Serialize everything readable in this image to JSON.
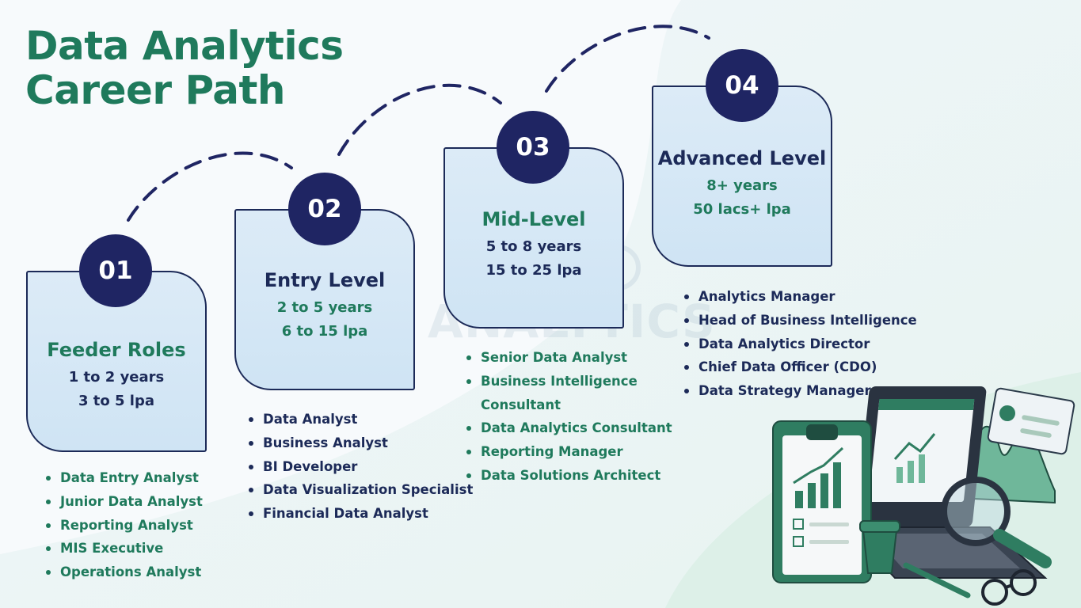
{
  "title": {
    "line1": "Data Analytics",
    "line2": "Career Path"
  },
  "watermark": "ANALYTICS",
  "colors": {
    "green": "#1f7a5c",
    "navy": "#1f2563",
    "card_fill": "#d6e8f6",
    "bg_mint": "#e4f3ee"
  },
  "stages": [
    {
      "number": "01",
      "title": "Feeder Roles",
      "years": "1 to 2 years",
      "salary": "3 to 5 lpa",
      "roles": [
        "Data Entry Analyst",
        "Junior Data Analyst",
        "Reporting Analyst",
        "MIS Executive",
        "Operations Analyst"
      ]
    },
    {
      "number": "02",
      "title": "Entry Level",
      "years": "2 to 5 years",
      "salary": "6 to 15 lpa",
      "roles": [
        "Data Analyst",
        "Business Analyst",
        "BI Developer",
        "Data Visualization Specialist",
        "Financial Data Analyst"
      ]
    },
    {
      "number": "03",
      "title": "Mid-Level",
      "years": "5 to 8 years",
      "salary": "15 to 25 lpa",
      "roles": [
        "Senior Data Analyst",
        "Business Intelligence",
        "Consultant",
        "Data Analytics Consultant",
        "Reporting Manager",
        "Data Solutions Architect"
      ]
    },
    {
      "number": "04",
      "title": "Advanced Level",
      "years": "8+ years",
      "salary": "50 lacs+ lpa",
      "roles": [
        "Analytics Manager",
        "Head of Business Intelligence",
        "Data Analytics Director",
        "Chief Data Officer (CDO)",
        "Data Strategy Manager"
      ]
    }
  ]
}
